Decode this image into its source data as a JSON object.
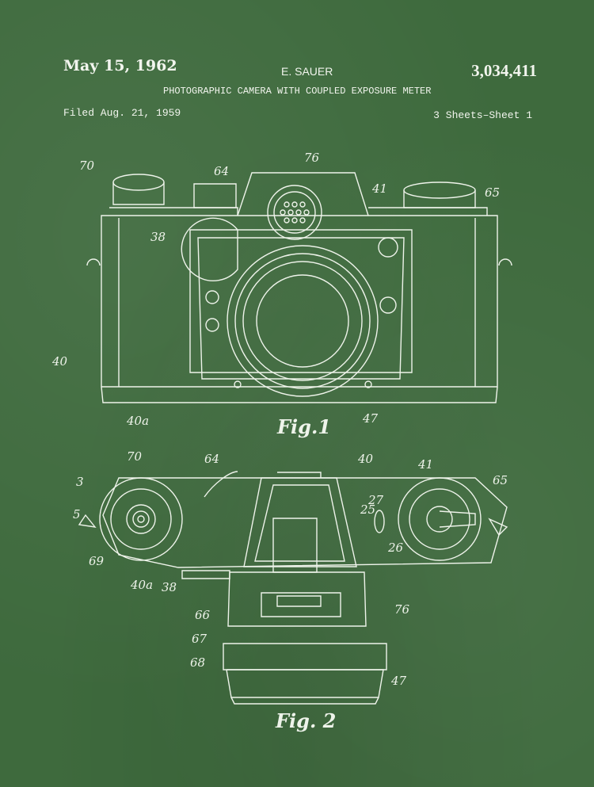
{
  "header": {
    "date": "May 15, 1962",
    "inventor": "E. SAUER",
    "patent_number": "3,034,411",
    "title": "PHOTOGRAPHIC CAMERA WITH COUPLED EXPOSURE METER",
    "filed": "Filed Aug. 21, 1959",
    "sheets": "3 Sheets–Sheet 1"
  },
  "colors": {
    "background": "#3e6a3d",
    "chalk": "#eef3ea"
  },
  "fig1": {
    "caption": "Fig.1",
    "refs": {
      "r70": "70",
      "r64": "64",
      "r76": "76",
      "r41": "41",
      "r65": "65",
      "r38": "38",
      "r40": "40",
      "r40a": "40a",
      "r47": "47"
    }
  },
  "fig2": {
    "caption": "Fig. 2",
    "refs": {
      "r70": "70",
      "r64": "64",
      "r40": "40",
      "r41": "41",
      "r65": "65",
      "r3": "3",
      "r5": "5",
      "r27": "27",
      "r25": "25",
      "r26": "26",
      "r69": "69",
      "r40a": "40a",
      "r38": "38",
      "r66": "66",
      "r76": "76",
      "r67": "67",
      "r68": "68",
      "r47": "47"
    }
  }
}
